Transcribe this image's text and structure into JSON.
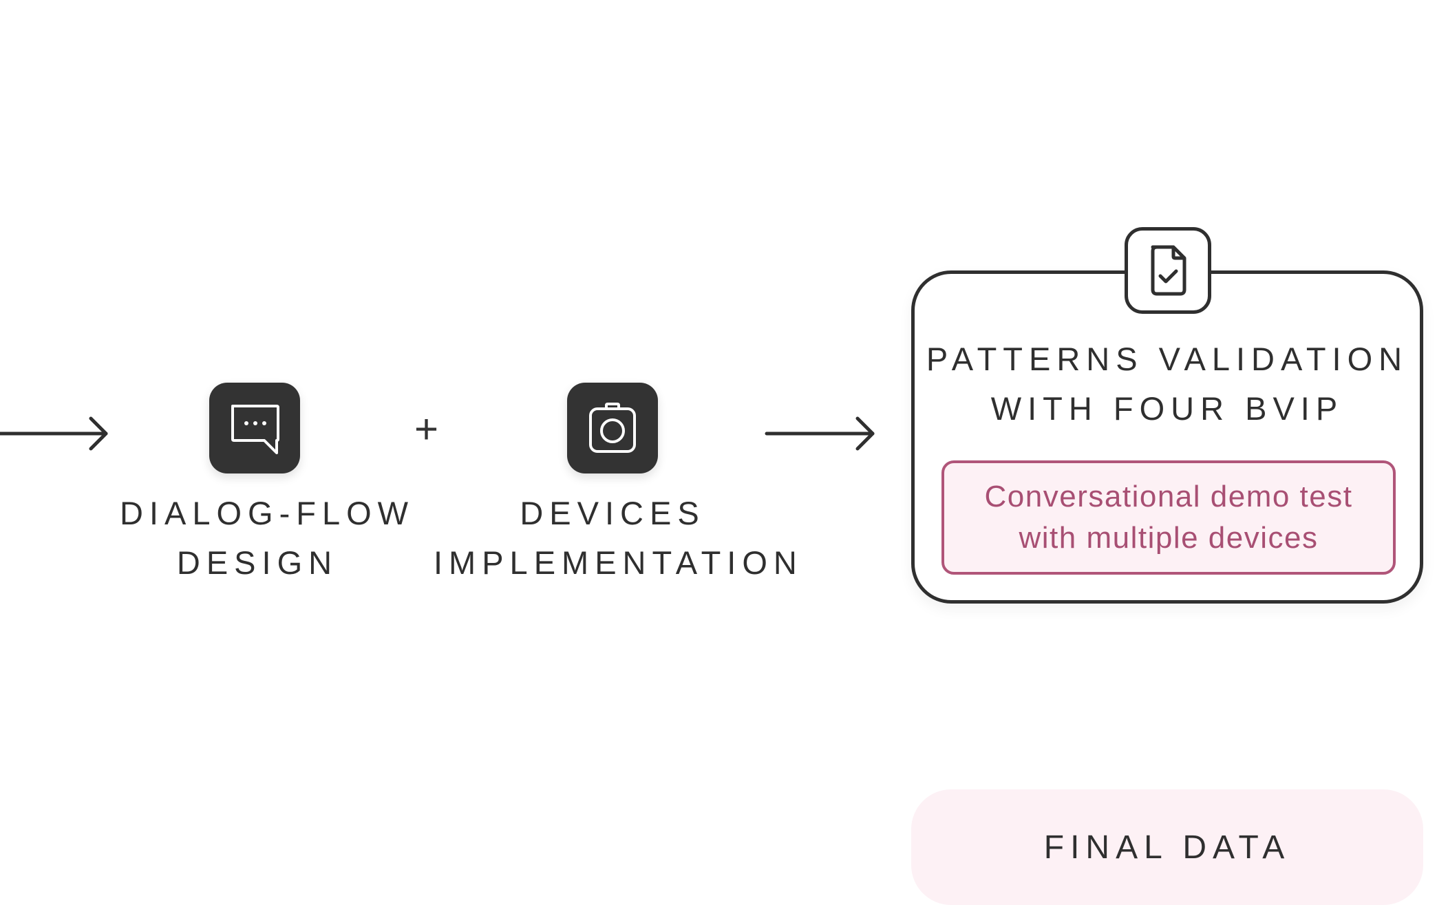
{
  "steps": [
    {
      "label_line1": "DIALOG-FLOW",
      "label_line2": "DESIGN",
      "icon": "chat-bubble-icon"
    },
    {
      "label_line1": "DEVICES",
      "label_line2": "IMPLEMENTATION",
      "icon": "camera-icon"
    }
  ],
  "connector": {
    "plus": "+"
  },
  "validation": {
    "title_line1": "PATTERNS VALIDATION",
    "title_line2": "WITH FOUR BVIP",
    "icon": "document-check-icon",
    "note_line1": "Conversational demo test",
    "note_line2": "with multiple devices"
  },
  "final": {
    "label": "FINAL DATA"
  },
  "colors": {
    "dark": "#333333",
    "text": "#2f2f2f",
    "accent": "#b05579",
    "accent_text": "#a84f73",
    "pink_bg": "#fdf1f5"
  }
}
